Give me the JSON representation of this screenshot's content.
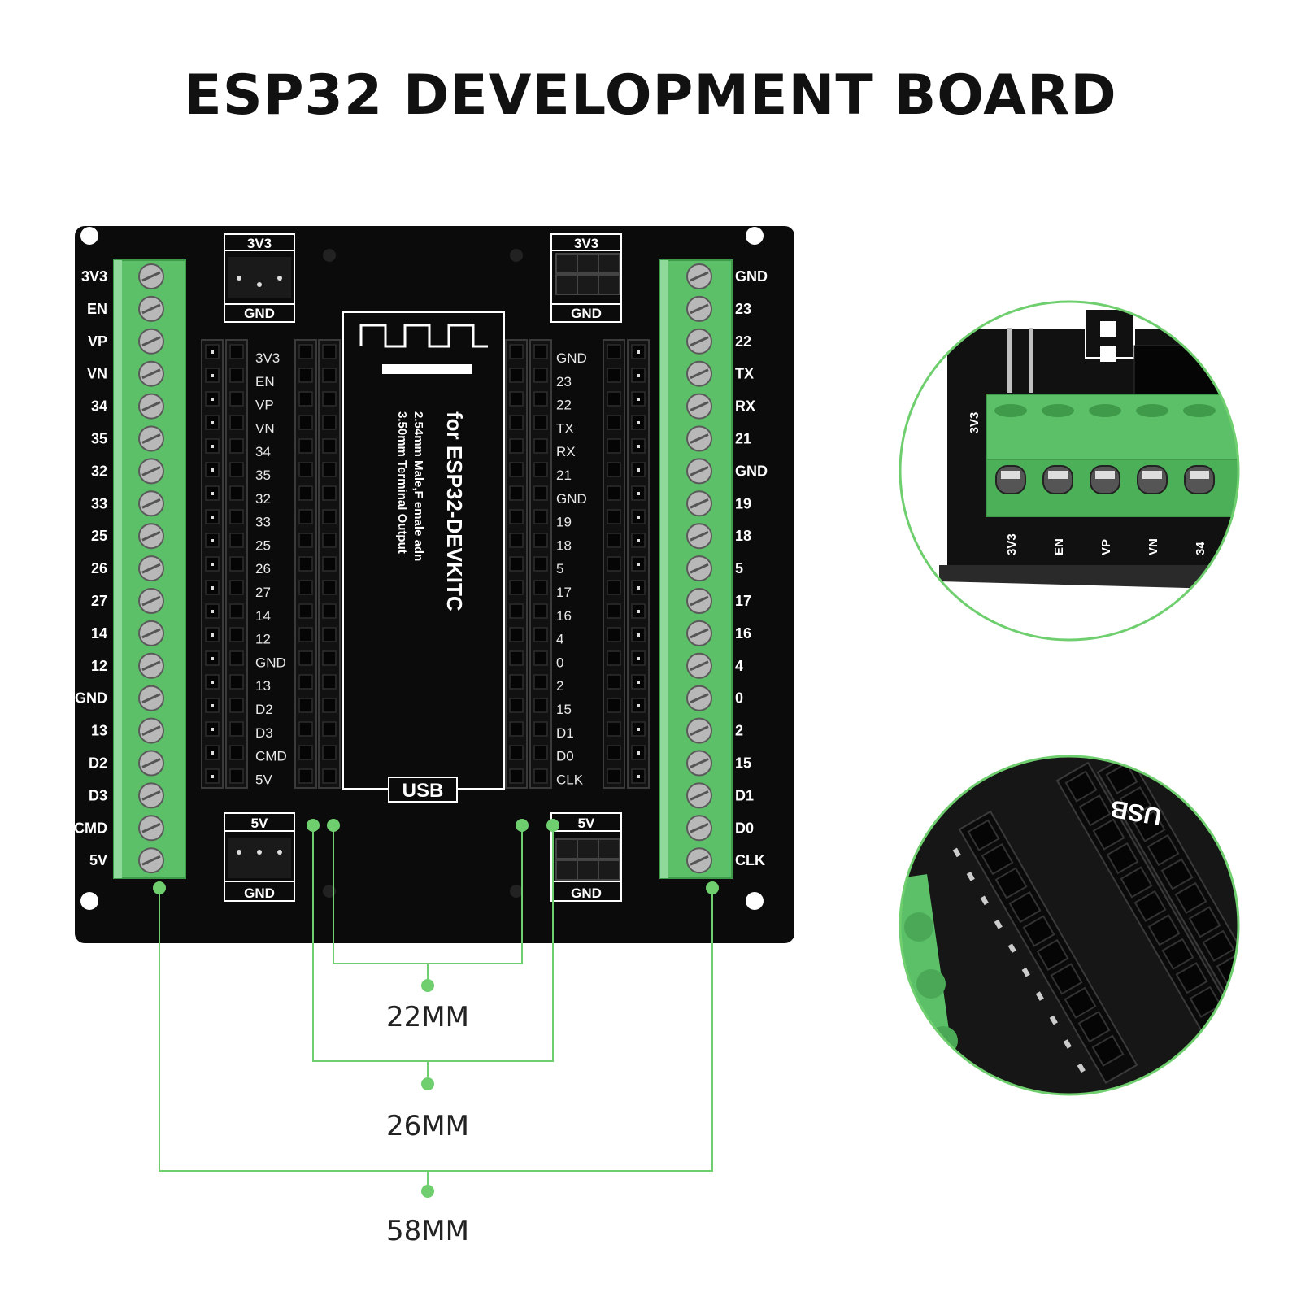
{
  "title": "ESP32 DEVELOPMENT BOARD",
  "board": {
    "left_terminal_labels": [
      "3V3",
      "EN",
      "VP",
      "VN",
      "34",
      "35",
      "32",
      "33",
      "25",
      "26",
      "27",
      "14",
      "12",
      "GND",
      "13",
      "D2",
      "D3",
      "CMD",
      "5V"
    ],
    "right_terminal_labels": [
      "GND",
      "23",
      "22",
      "TX",
      "RX",
      "21",
      "GND",
      "19",
      "18",
      "5",
      "17",
      "16",
      "4",
      "0",
      "2",
      "15",
      "D1",
      "D0",
      "CLK"
    ],
    "inner_left_labels": [
      "3V3",
      "EN",
      "VP",
      "VN",
      "34",
      "35",
      "32",
      "33",
      "25",
      "26",
      "27",
      "14",
      "12",
      "GND",
      "13",
      "D2",
      "D3",
      "CMD",
      "5V"
    ],
    "inner_right_labels": [
      "GND",
      "23",
      "22",
      "TX",
      "RX",
      "21",
      "GND",
      "19",
      "18",
      "5",
      "17",
      "16",
      "4",
      "0",
      "2",
      "15",
      "D1",
      "D0",
      "CLK"
    ],
    "header_top_left": {
      "top": "3V3",
      "bottom": "GND"
    },
    "header_top_right": {
      "top": "3V3",
      "bottom": "GND"
    },
    "header_bottom_left": {
      "top": "5V",
      "bottom": "GND"
    },
    "header_bottom_right": {
      "top": "5V",
      "bottom": "GND"
    },
    "module_title": "for ESP32-DEVKITC",
    "module_line1": "2.54mm Male,F emale adn",
    "module_line2": "3.50mm Terminal Output",
    "usb_label": "USB"
  },
  "dimensions": [
    {
      "label": "22MM"
    },
    {
      "label": "26MM"
    },
    {
      "label": "58MM"
    }
  ],
  "zoom_top": {
    "labels": [
      "3V3",
      "EN",
      "VP",
      "VN",
      "34"
    ],
    "side_label": "3V3"
  },
  "zoom_bottom": {
    "partial_text": "USB"
  },
  "colors": {
    "terminal_green": "#5cc068",
    "annotation_green": "#6fcf6f",
    "pcb_black": "#0b0b0b"
  }
}
